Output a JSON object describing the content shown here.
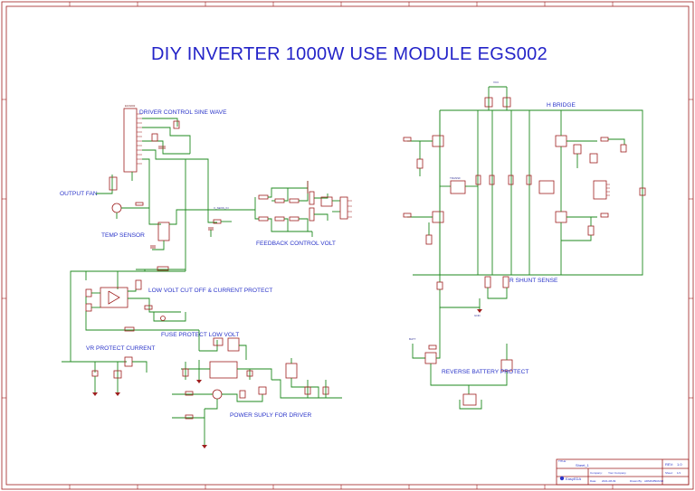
{
  "title": "DIY INVERTER 1000W USE MODULE EGS002",
  "sections": {
    "driver_control": "DRIVER CONTROL SINE WAVE",
    "output_fan": "OUTPUT FAN",
    "temp_sensor": "TEMP SENSOR",
    "feedback": "FEEDBACK CONTROL VOLT",
    "low_volt": "LOW VOLT CUT OFF & CURRENT PROTECT",
    "fuse_protect": "FUSE PROTECT LOW VOLT",
    "vr_protect": "VR PROTECT CURRENT",
    "power_supply": "POWER SUPLY FOR DRIVER",
    "h_bridge": "H BRIDGE",
    "shunt": "R SHUNT SENSE",
    "battery_protect": "REVERSE BATTERY PROTECT"
  },
  "labels": {
    "egs002": "EGS002",
    "fb_net": "V_SENS_IN",
    "gnd": "GND",
    "vcc": "VCC",
    "battery": "BATT",
    "transformer": "TRANSF"
  },
  "title_block": {
    "title_label": "TITLE:",
    "sheet_name": "Sheet_1",
    "rev_label": "REV:",
    "rev": "1.0",
    "company_label": "Company:",
    "company": "Your Company",
    "sheet_label": "Sheet:",
    "sheet": "1/1",
    "date_label": "Date:",
    "date": "2021-08-09",
    "drawn_label": "Drawn By:",
    "drawn": "ADMIN/BRAND",
    "logo": "EasyEDA"
  }
}
